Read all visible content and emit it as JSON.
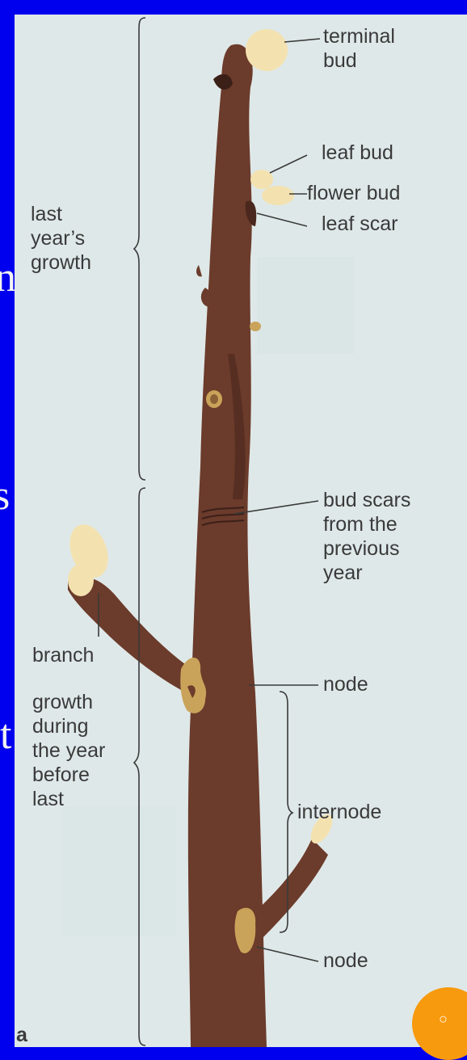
{
  "background_text": {
    "char1": "n,",
    "char2": "s",
    "char3": "t"
  },
  "labels": {
    "terminal_bud": [
      "terminal",
      "bud"
    ],
    "leaf_bud": "leaf bud",
    "flower_bud": "flower bud",
    "leaf_scar": "leaf scar",
    "last_years_growth": [
      "last",
      "year’s",
      "growth"
    ],
    "bud_scars": [
      "bud scars",
      "from the",
      "previous",
      "year"
    ],
    "branch": "branch",
    "growth_year_before_last": [
      "growth",
      "during",
      "the year",
      "before",
      "last"
    ],
    "node_upper": "node",
    "internode": "internode",
    "node_lower": "node",
    "panel_letter": "a"
  },
  "nav": {
    "button_glyph": "○"
  },
  "colors": {
    "slide_background": "#0000ee",
    "panel": "#dfe8e8",
    "twig": "#6b3b2b",
    "bud": "#f3e2b0",
    "scar": "#caa35a",
    "button": "#f79a0e"
  }
}
